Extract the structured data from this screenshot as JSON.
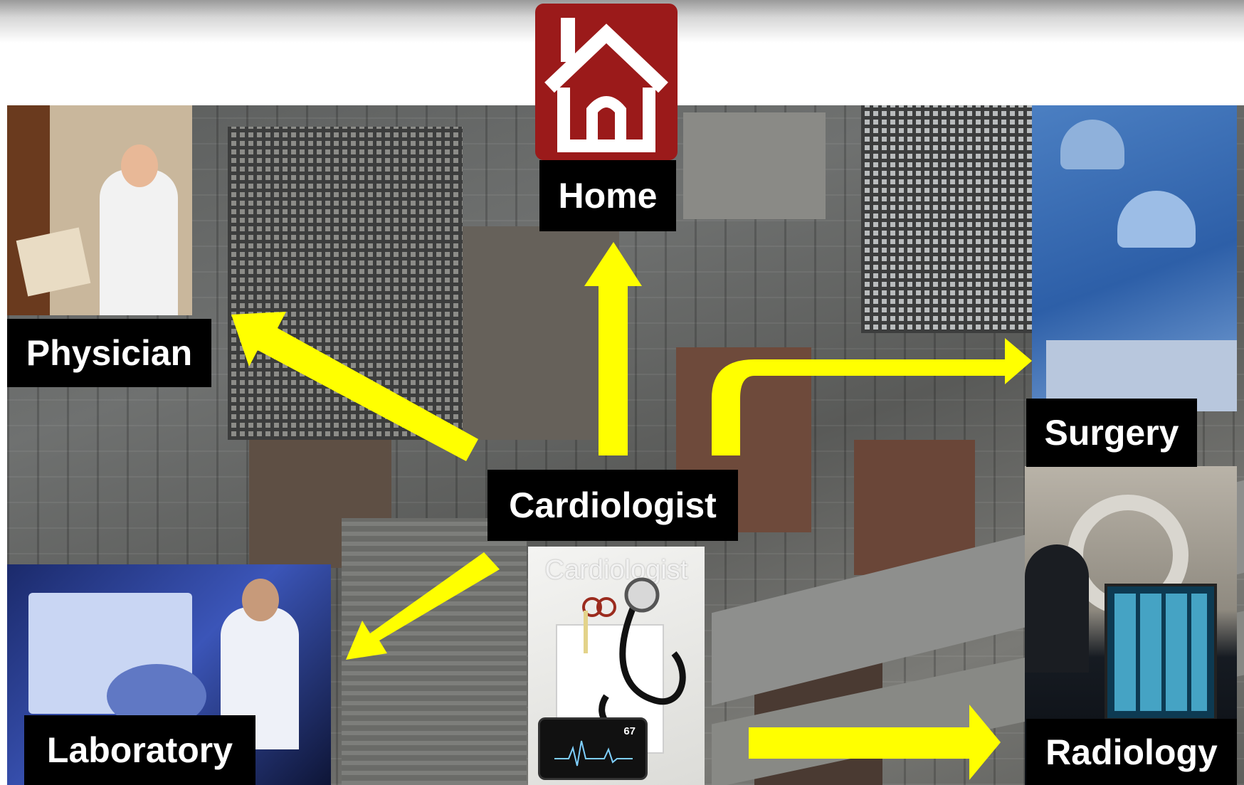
{
  "nodes": {
    "center": "Cardiologist",
    "home": "Home",
    "physician": "Physician",
    "surgery": "Surgery",
    "laboratory": "Laboratory",
    "radiology": "Radiology"
  },
  "device_overlay_text": "Cardiologist",
  "phone_heart_rate": "67",
  "colors": {
    "arrow": "#ffff00",
    "label_bg": "#000000",
    "label_text": "#ffffff",
    "home_icon": "#9b1a1a"
  },
  "icons": [
    "house-icon",
    "stethoscope-icon",
    "smartphone-icon"
  ]
}
